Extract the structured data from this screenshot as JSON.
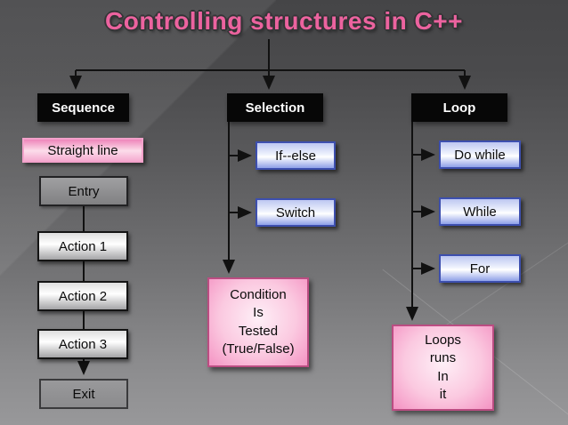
{
  "slide": {
    "title": "Controlling structures in C++"
  },
  "sequence": {
    "header": "Sequence",
    "highlight": "Straight line",
    "steps": [
      "Entry",
      "Action 1",
      "Action 2",
      "Action 3",
      "Exit"
    ]
  },
  "selection": {
    "header": "Selection",
    "options": [
      "If--else",
      "Switch"
    ],
    "note": [
      "Condition",
      "Is",
      "Tested",
      "(True/False)"
    ]
  },
  "loop": {
    "header": "Loop",
    "options": [
      "Do while",
      "While",
      "For"
    ],
    "note": [
      "Loops",
      "runs",
      "In",
      "it"
    ]
  },
  "colors": {
    "title_pink": "#ec639f",
    "header_bg": "#070707",
    "header_text": "#ffffff",
    "pink_box_fill": "#f8aed3",
    "pink_box_border": "#bb4d82",
    "blue_box_fill": "#aab8ee",
    "blue_box_border": "#3d4fae",
    "silver_box_fill": "#ffffff",
    "gray_box_fill": "#909092",
    "connector": "#111111",
    "background_top": "#48484a",
    "background_bottom": "#98989a"
  }
}
